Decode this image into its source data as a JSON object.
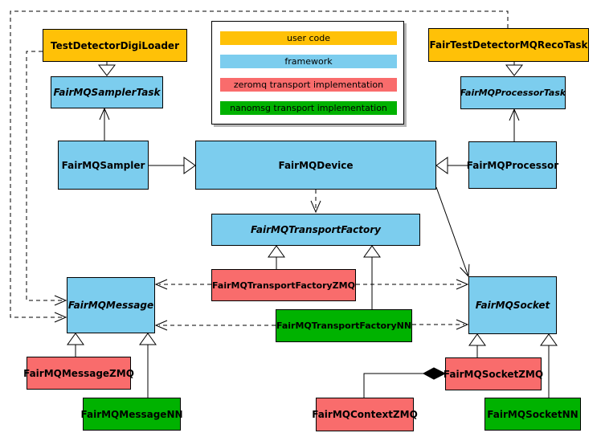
{
  "colors": {
    "user_code": "#FFC107",
    "framework": "#7CCDEE",
    "zeromq": "#F96C6C",
    "nanomsg": "#00B200"
  },
  "legend": {
    "items": [
      {
        "label": "user code",
        "category": "user_code"
      },
      {
        "label": "framework",
        "category": "framework"
      },
      {
        "label": "zeromq transport implementation",
        "category": "zeromq"
      },
      {
        "label": "nanomsg transport implementation",
        "category": "nanomsg"
      }
    ]
  },
  "nodes": {
    "testDetectorDigiLoader": {
      "label": "TestDetectorDigiLoader",
      "category": "user_code",
      "abstract": false
    },
    "fairTestDetectorMQRecoTask": {
      "label": "FairTestDetectorMQRecoTask",
      "category": "user_code",
      "abstract": false
    },
    "fairMQSamplerTask": {
      "label": "FairMQSamplerTask",
      "category": "framework",
      "abstract": true
    },
    "fairMQProcessorTask": {
      "label": "FairMQProcessorTask",
      "category": "framework",
      "abstract": true
    },
    "fairMQSampler": {
      "label": "FairMQSampler",
      "category": "framework",
      "abstract": false
    },
    "fairMQDevice": {
      "label": "FairMQDevice",
      "category": "framework",
      "abstract": false
    },
    "fairMQProcessor": {
      "label": "FairMQProcessor",
      "category": "framework",
      "abstract": false
    },
    "fairMQTransportFactory": {
      "label": "FairMQTransportFactory",
      "category": "framework",
      "abstract": true
    },
    "fairMQTransportFactoryZMQ": {
      "label": "FairMQTransportFactoryZMQ",
      "category": "zeromq",
      "abstract": false
    },
    "fairMQTransportFactoryNN": {
      "label": "FairMQTransportFactoryNN",
      "category": "nanomsg",
      "abstract": false
    },
    "fairMQMessage": {
      "label": "FairMQMessage",
      "category": "framework",
      "abstract": true
    },
    "fairMQSocket": {
      "label": "FairMQSocket",
      "category": "framework",
      "abstract": true
    },
    "fairMQMessageZMQ": {
      "label": "FairMQMessageZMQ",
      "category": "zeromq",
      "abstract": false
    },
    "fairMQMessageNN": {
      "label": "FairMQMessageNN",
      "category": "nanomsg",
      "abstract": false
    },
    "fairMQContextZMQ": {
      "label": "FairMQContextZMQ",
      "category": "zeromq",
      "abstract": false
    },
    "fairMQSocketZMQ": {
      "label": "FairMQSocketZMQ",
      "category": "zeromq",
      "abstract": false
    },
    "fairMQSocketNN": {
      "label": "FairMQSocketNN",
      "category": "nanomsg",
      "abstract": false
    }
  },
  "edges": [
    {
      "from": "TestDetectorDigiLoader",
      "to": "FairMQSamplerTask",
      "type": "inheritance"
    },
    {
      "from": "FairTestDetectorMQRecoTask",
      "to": "FairMQProcessorTask",
      "type": "inheritance"
    },
    {
      "from": "FairMQSampler",
      "to": "FairMQDevice",
      "type": "inheritance"
    },
    {
      "from": "FairMQProcessor",
      "to": "FairMQDevice",
      "type": "inheritance"
    },
    {
      "from": "FairMQSampler",
      "to": "FairMQSamplerTask",
      "type": "association"
    },
    {
      "from": "FairMQProcessor",
      "to": "FairMQProcessorTask",
      "type": "association"
    },
    {
      "from": "FairMQDevice",
      "to": "FairMQTransportFactory",
      "type": "dependency"
    },
    {
      "from": "FairMQDevice",
      "to": "FairMQSocket",
      "type": "association"
    },
    {
      "from": "FairMQTransportFactoryZMQ",
      "to": "FairMQTransportFactory",
      "type": "inheritance"
    },
    {
      "from": "FairMQTransportFactoryNN",
      "to": "FairMQTransportFactory",
      "type": "inheritance"
    },
    {
      "from": "FairMQTransportFactoryZMQ",
      "to": "FairMQMessage",
      "type": "dependency"
    },
    {
      "from": "FairMQTransportFactoryZMQ",
      "to": "FairMQSocket",
      "type": "dependency"
    },
    {
      "from": "FairMQTransportFactoryNN",
      "to": "FairMQMessage",
      "type": "dependency"
    },
    {
      "from": "FairMQTransportFactoryNN",
      "to": "FairMQSocket",
      "type": "dependency"
    },
    {
      "from": "TestDetectorDigiLoader",
      "to": "FairMQMessage",
      "type": "dependency"
    },
    {
      "from": "FairTestDetectorMQRecoTask",
      "to": "FairMQMessage",
      "type": "dependency"
    },
    {
      "from": "FairMQMessageZMQ",
      "to": "FairMQMessage",
      "type": "inheritance"
    },
    {
      "from": "FairMQMessageNN",
      "to": "FairMQMessage",
      "type": "inheritance"
    },
    {
      "from": "FairMQSocketZMQ",
      "to": "FairMQSocket",
      "type": "inheritance"
    },
    {
      "from": "FairMQSocketNN",
      "to": "FairMQSocket",
      "type": "inheritance"
    },
    {
      "from": "FairMQContextZMQ",
      "to": "FairMQSocketZMQ",
      "type": "composition"
    }
  ]
}
